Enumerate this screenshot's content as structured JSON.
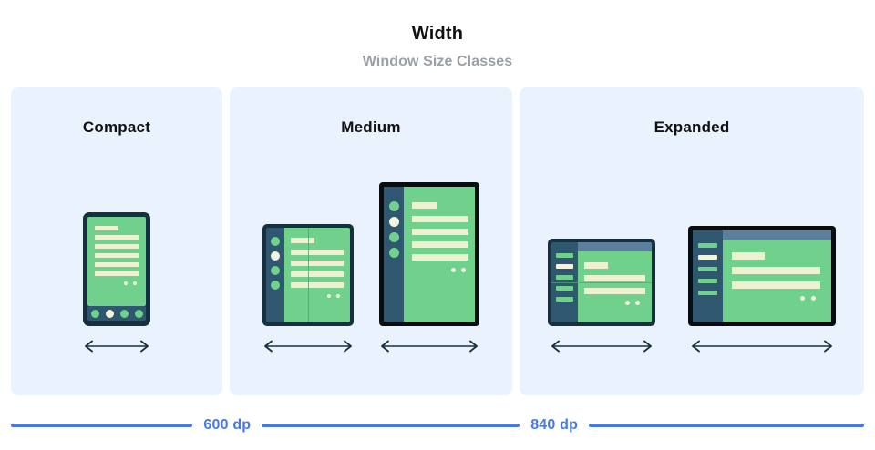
{
  "header": {
    "title": "Width",
    "subtitle": "Window Size Classes"
  },
  "colors": {
    "panel_background": "#eaf2fd",
    "page_background": "#ffffff",
    "title_text": "#121212",
    "subtitle_text": "#9aa0a6",
    "accent_blue": "#4579e8",
    "device_frame_dark": "#17303f",
    "device_frame_black": "#080d12",
    "screen_green": "#6fd18b",
    "content_line_cream": "#eef0d2",
    "sidebar_slate": "#2f5770",
    "appbar_slate": "#5b7f9c",
    "arrow_navy": "#17303f"
  },
  "columns": [
    {
      "id": "compact",
      "label": "Compact",
      "devices": [
        {
          "id": "phone",
          "type": "phone-portrait",
          "arrow": "width-arrow"
        }
      ]
    },
    {
      "id": "medium",
      "label": "Medium",
      "devices": [
        {
          "id": "foldable-portrait",
          "type": "foldable-portrait",
          "arrow": "width-arrow"
        },
        {
          "id": "tablet-portrait",
          "type": "tablet-portrait",
          "arrow": "width-arrow"
        }
      ]
    },
    {
      "id": "expanded",
      "label": "Expanded",
      "devices": [
        {
          "id": "foldable-landscape",
          "type": "foldable-landscape",
          "arrow": "width-arrow"
        },
        {
          "id": "tablet-landscape",
          "type": "tablet-landscape",
          "arrow": "width-arrow"
        }
      ]
    }
  ],
  "breakpoints": [
    {
      "id": "bp-600",
      "label": "600 dp"
    },
    {
      "id": "bp-840",
      "label": "840 dp"
    }
  ]
}
